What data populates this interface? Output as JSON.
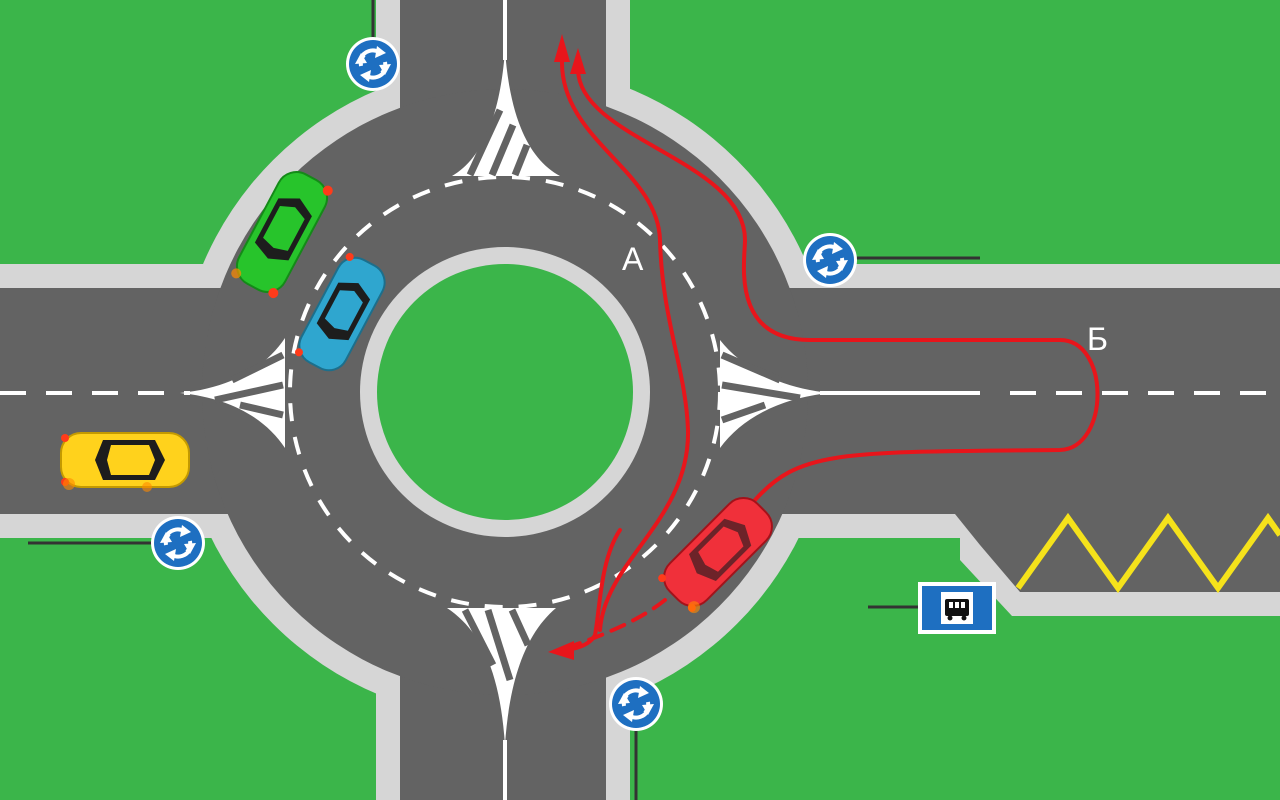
{
  "labels": {
    "route_a": "А",
    "route_b": "Б"
  },
  "colors": {
    "grass": "#3bb54a",
    "road": "#636363",
    "curb": "#d6d6d6",
    "marking": "#ffffff",
    "route": "#e8151b",
    "zigzag": "#f5e21b",
    "sign_blue": "#1e6fc1"
  },
  "icons": {
    "roundabout_sign": "roundabout-arrows-icon",
    "bus_stop_sign": "bus-icon"
  },
  "vehicles": [
    {
      "name": "green-car",
      "color": "#27c42b"
    },
    {
      "name": "teal-car",
      "color": "#2fa6cf"
    },
    {
      "name": "yellow-car",
      "color": "#ffd21c"
    },
    {
      "name": "red-car",
      "color": "#f0303a"
    }
  ]
}
